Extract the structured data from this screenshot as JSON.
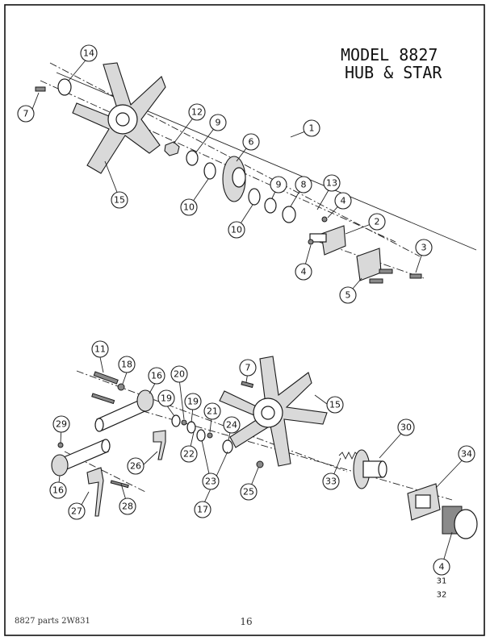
{
  "title": {
    "line1": "MODEL 8827",
    "line2": "HUB & STAR"
  },
  "footer": {
    "left": "8827 parts 2W831",
    "page": "16"
  },
  "callouts": {
    "top": [
      "14",
      "7",
      "15",
      "12",
      "9",
      "10",
      "6",
      "1",
      "10",
      "9",
      "8",
      "13",
      "4",
      "2",
      "4",
      "3",
      "5"
    ],
    "bottom": [
      "11",
      "18",
      "16",
      "20",
      "7",
      "15",
      "19",
      "19",
      "21",
      "24",
      "22",
      "23",
      "25",
      "17",
      "29",
      "26",
      "16",
      "27",
      "28",
      "30",
      "33",
      "34",
      "4"
    ],
    "extra": [
      "31",
      "32"
    ]
  }
}
